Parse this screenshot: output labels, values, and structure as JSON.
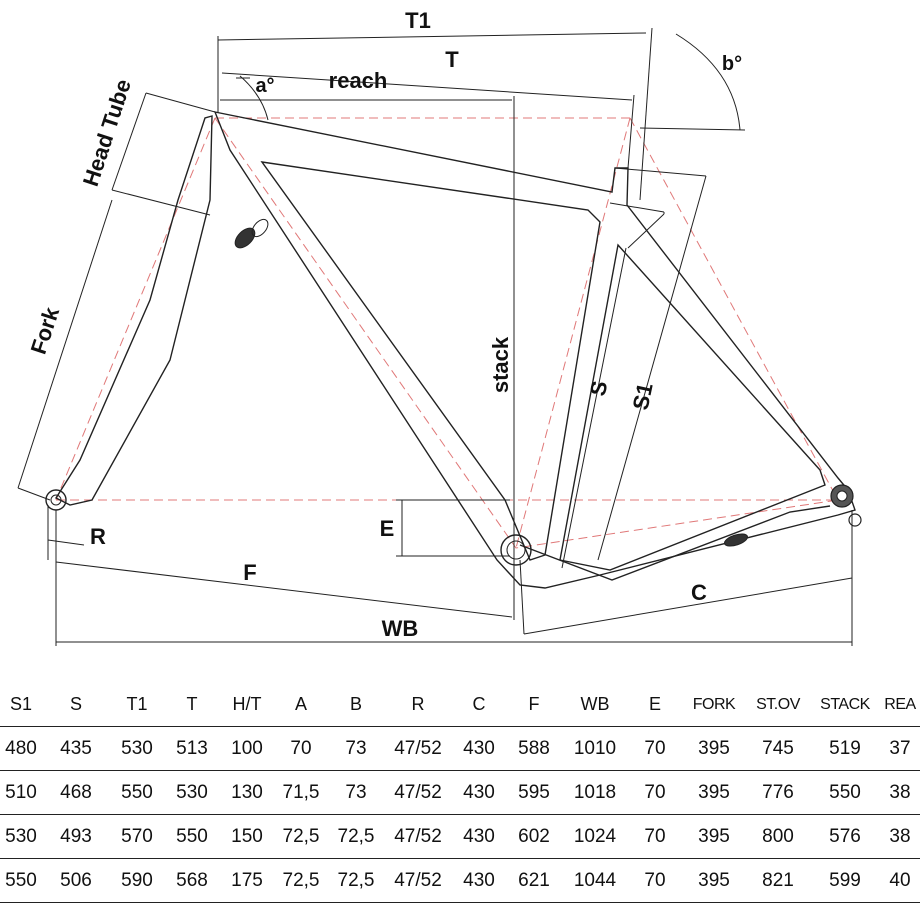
{
  "diagram": {
    "labels": {
      "t1": "T1",
      "t": "T",
      "reach": "reach",
      "a": "a°",
      "b": "b°",
      "head_tube": "Head Tube",
      "fork": "Fork",
      "stack": "stack",
      "s": "S",
      "s1": "S1",
      "e": "E",
      "r": "R",
      "f": "F",
      "c": "C",
      "wb": "WB"
    },
    "colors": {
      "lines": "#222222",
      "centerline": "#e07878"
    }
  },
  "table": {
    "headers": [
      "S1",
      "S",
      "T1",
      "T",
      "H/T",
      "A",
      "B",
      "R",
      "C",
      "F",
      "WB",
      "E",
      "FORK",
      "ST.OV",
      "STACK",
      "REA"
    ],
    "rows": [
      [
        "480",
        "435",
        "530",
        "513",
        "100",
        "70",
        "73",
        "47/52",
        "430",
        "588",
        "1010",
        "70",
        "395",
        "745",
        "519",
        "37"
      ],
      [
        "510",
        "468",
        "550",
        "530",
        "130",
        "71,5",
        "73",
        "47/52",
        "430",
        "595",
        "1018",
        "70",
        "395",
        "776",
        "550",
        "38"
      ],
      [
        "530",
        "493",
        "570",
        "550",
        "150",
        "72,5",
        "72,5",
        "47/52",
        "430",
        "602",
        "1024",
        "70",
        "395",
        "800",
        "576",
        "38"
      ],
      [
        "550",
        "506",
        "590",
        "568",
        "175",
        "72,5",
        "72,5",
        "47/52",
        "430",
        "621",
        "1044",
        "70",
        "395",
        "821",
        "599",
        "40"
      ]
    ]
  }
}
